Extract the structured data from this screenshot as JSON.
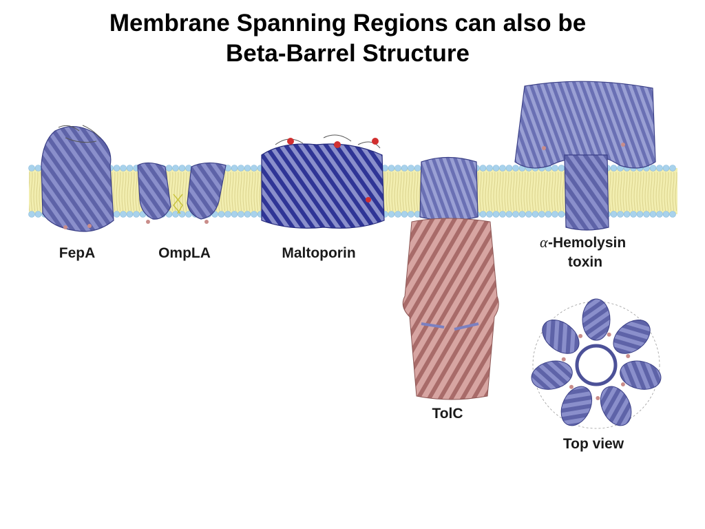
{
  "title": {
    "line1": "Membrane Spanning Regions can also be",
    "line2": "Beta-Barrel Structure"
  },
  "labels": {
    "fepa": "FepA",
    "ompla": "OmpLA",
    "maltoporin": "Maltoporin",
    "tolc": "TolC",
    "hemolysin_symbol": "α",
    "hemolysin_line1": "-Hemolysin",
    "hemolysin_line2": "toxin",
    "top_view": "Top view"
  },
  "colors": {
    "membrane_fill": "#f2eeb0",
    "lipid_head": "#a8d2ec",
    "beta_strand": "#7b80c0",
    "beta_strand_dark": "#2f3596",
    "alpha_helix": "#c9918f",
    "loop_red": "#d23030"
  }
}
